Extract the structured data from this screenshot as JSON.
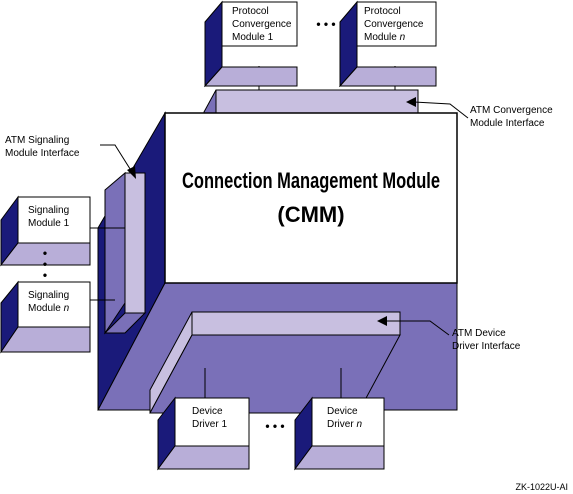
{
  "cmm": {
    "title_line1": "Connection Management Module",
    "title_line2": "(CMM)"
  },
  "protocol_modules": {
    "first": {
      "line1": "Protocol",
      "line2": "Convergence",
      "line3": "Module 1"
    },
    "last": {
      "line1": "Protocol",
      "line2": "Convergence",
      "line3_prefix": "Module",
      "line3_var": "n"
    },
    "ellipsis": "• • •"
  },
  "signaling_modules": {
    "first": {
      "line1": "Signaling",
      "line2": "Module 1"
    },
    "last": {
      "line1": "Signaling",
      "line2_prefix": "Module",
      "line2_var": "n"
    },
    "ellipsis": "•"
  },
  "device_drivers": {
    "first": {
      "line1": "Device",
      "line2": "Driver 1"
    },
    "last": {
      "line1": "Device",
      "line2_prefix": "Driver",
      "line2_var": "n"
    },
    "ellipsis": "• • •"
  },
  "callouts": {
    "atm_convergence": {
      "line1": "ATM Convergence",
      "line2": "Module Interface"
    },
    "atm_signaling": {
      "line1": "ATM Signaling",
      "line2": "Module Interface"
    },
    "atm_device": {
      "line1": "ATM Device",
      "line2": "Driver Interface"
    }
  },
  "figure_id": "ZK-1022U-AI",
  "colors": {
    "dark_navy": "#1a1a7a",
    "purple_mid": "#7a70b8",
    "purple_light": "#c8bfe0",
    "purple_box": "#b8aed8",
    "black": "#000000"
  }
}
